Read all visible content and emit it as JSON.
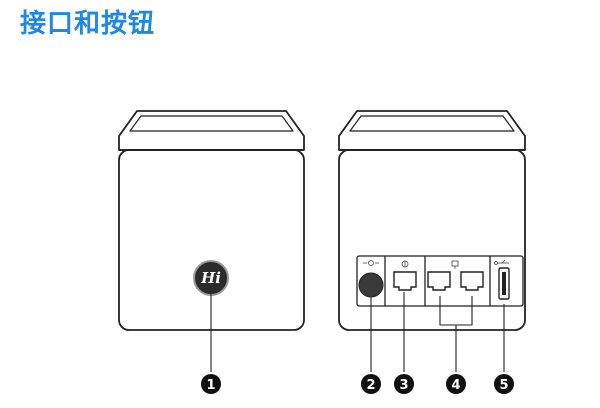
{
  "title": "接口和按钮",
  "logo": {
    "text": "Hi"
  },
  "callouts": [
    "1",
    "2",
    "3",
    "4",
    "5"
  ],
  "colors": {
    "title": "#1e88e5",
    "line": "#222222",
    "badge": "#111111"
  },
  "icons": {
    "power_port": "dc-power-icon",
    "wan_port": "wan-icon",
    "lan_ports": "lan-icon",
    "usb_port": "usb-icon"
  }
}
